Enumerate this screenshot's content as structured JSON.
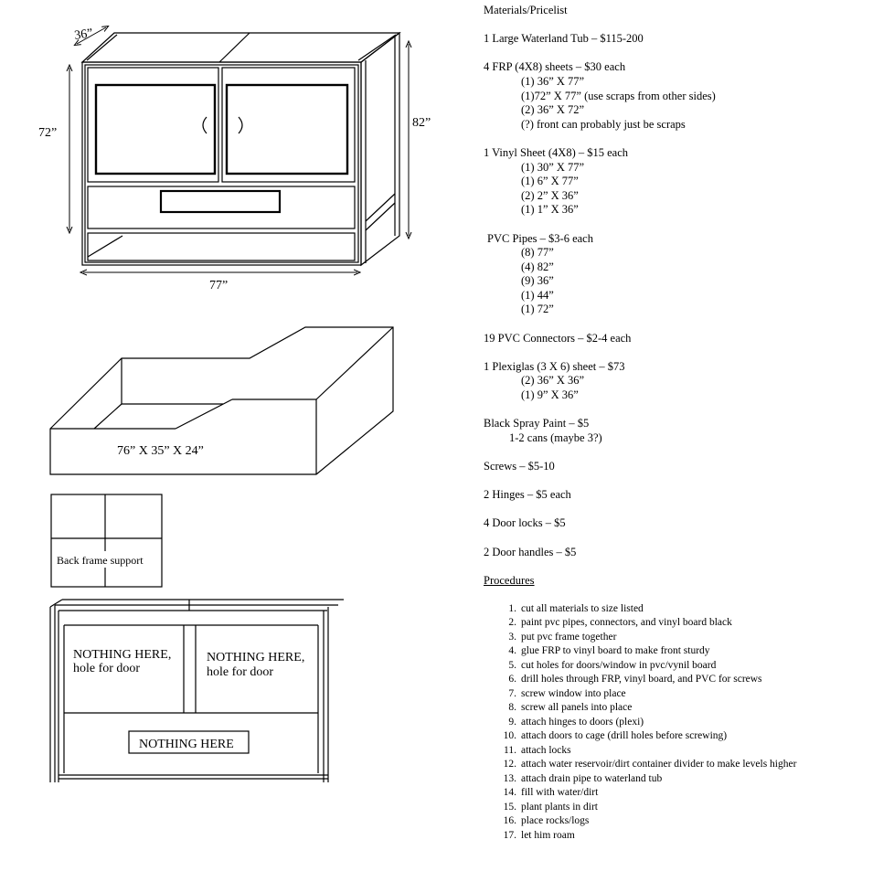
{
  "diagram_labels": {
    "depth": "36”",
    "height_left": "72”",
    "height_right": "82”",
    "width": "77”",
    "tub_dims": "76” X 35” X 24”",
    "back_frame": "Back frame support",
    "nothing_door_1a": "NOTHING HERE,",
    "nothing_door_1b": "hole for door",
    "nothing_door_2a": "NOTHING HERE,",
    "nothing_door_2b": "hole for door",
    "nothing_here": "NOTHING HERE"
  },
  "materials": {
    "title": "Materials/Pricelist",
    "tub": "1 Large Waterland Tub – $115-200",
    "frp": {
      "heading": "4 FRP (4X8) sheets – $30 each",
      "items": [
        "(1) 36” X 77”",
        "(1)72” X 77” (use scraps from other sides)",
        "(2) 36” X 72”",
        "(?) front can probably just be scraps"
      ]
    },
    "vinyl": {
      "heading": "1 Vinyl Sheet (4X8) – $15 each",
      "items": [
        "(1) 30” X 77”",
        "(1) 6” X 77”",
        "(2) 2” X 36”",
        "(1) 1” X 36”"
      ]
    },
    "pvc": {
      "heading": "PVC Pipes – $3-6 each",
      "items": [
        "(8) 77”",
        "(4) 82”",
        "(9) 36”",
        "(1) 44”",
        "(1) 72”"
      ]
    },
    "connectors": "19 PVC Connectors – $2-4 each",
    "plexi": {
      "heading": "1 Plexiglas (3 X 6) sheet – $73",
      "items": [
        "(2) 36” X 36”",
        "(1) 9” X 36”"
      ]
    },
    "paint": {
      "heading": "Black Spray Paint – $5",
      "note": "1-2 cans (maybe 3?)"
    },
    "screws": "Screws – $5-10",
    "hinges": "2 Hinges – $5 each",
    "locks": "4 Door locks – $5",
    "handles": "2 Door handles – $5"
  },
  "procedures": {
    "title": "Procedures",
    "steps": [
      {
        "n": "1.",
        "t": "cut all materials to size listed"
      },
      {
        "n": "2.",
        "t": "paint pvc pipes, connectors, and vinyl board black"
      },
      {
        "n": "3.",
        "t": "put pvc frame together"
      },
      {
        "n": "4.",
        "t": "glue FRP to vinyl board to make front sturdy"
      },
      {
        "n": "5.",
        "t": "cut holes for doors/window in pvc/vynil board"
      },
      {
        "n": "6.",
        "t": "drill holes through FRP, vinyl board, and PVC for screws"
      },
      {
        "n": "7.",
        "t": "screw window into place"
      },
      {
        "n": "8.",
        "t": "screw all panels into place"
      },
      {
        "n": "9.",
        "t": "attach hinges to doors (plexi)"
      },
      {
        "n": "10.",
        "t": "attach doors to cage (drill holes before screwing)"
      },
      {
        "n": "11.",
        "t": "attach locks"
      },
      {
        "n": "12.",
        "t": "attach water reservoir/dirt container divider to make levels higher"
      },
      {
        "n": "13.",
        "t": "attach drain pipe to waterland tub"
      },
      {
        "n": "14.",
        "t": "fill with water/dirt"
      },
      {
        "n": "15.",
        "t": "plant plants in dirt"
      },
      {
        "n": "16.",
        "t": "place rocks/logs"
      },
      {
        "n": "17.",
        "t": "let him roam"
      }
    ]
  }
}
